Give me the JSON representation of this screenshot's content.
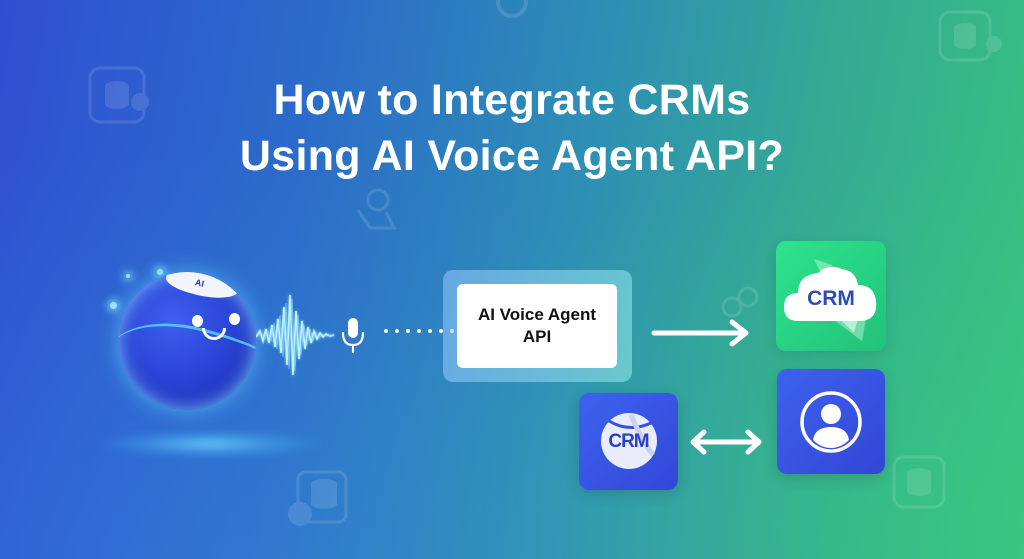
{
  "headline": {
    "line1": "How to Integrate CRMs",
    "line2": "Using AI Voice Agent API?"
  },
  "agent": {
    "badge": "AI",
    "icons": [
      "ai-orb-mascot-icon",
      "sound-wave-icon",
      "microphone-icon"
    ]
  },
  "api_box": {
    "line1": "AI Voice Agent",
    "line2": "API"
  },
  "crm_cloud_tile": {
    "label": "CRM",
    "icon": "crm-cloud-icon"
  },
  "crm_small_tile": {
    "label": "CRM",
    "icon": "crm-globe-icon"
  },
  "user_tile": {
    "icon": "user-profile-icon"
  },
  "connectors": [
    "dotted-line",
    "arrow-right-icon",
    "bidirectional-arrow-icon"
  ],
  "colors": {
    "gradient_start": "#2f4fd3",
    "gradient_mid": "#2e8fb4",
    "gradient_end": "#39c47e",
    "tile_green": "#2ee38c",
    "tile_blue": "#3c63ee",
    "crm_text": "#2d4bb4"
  }
}
